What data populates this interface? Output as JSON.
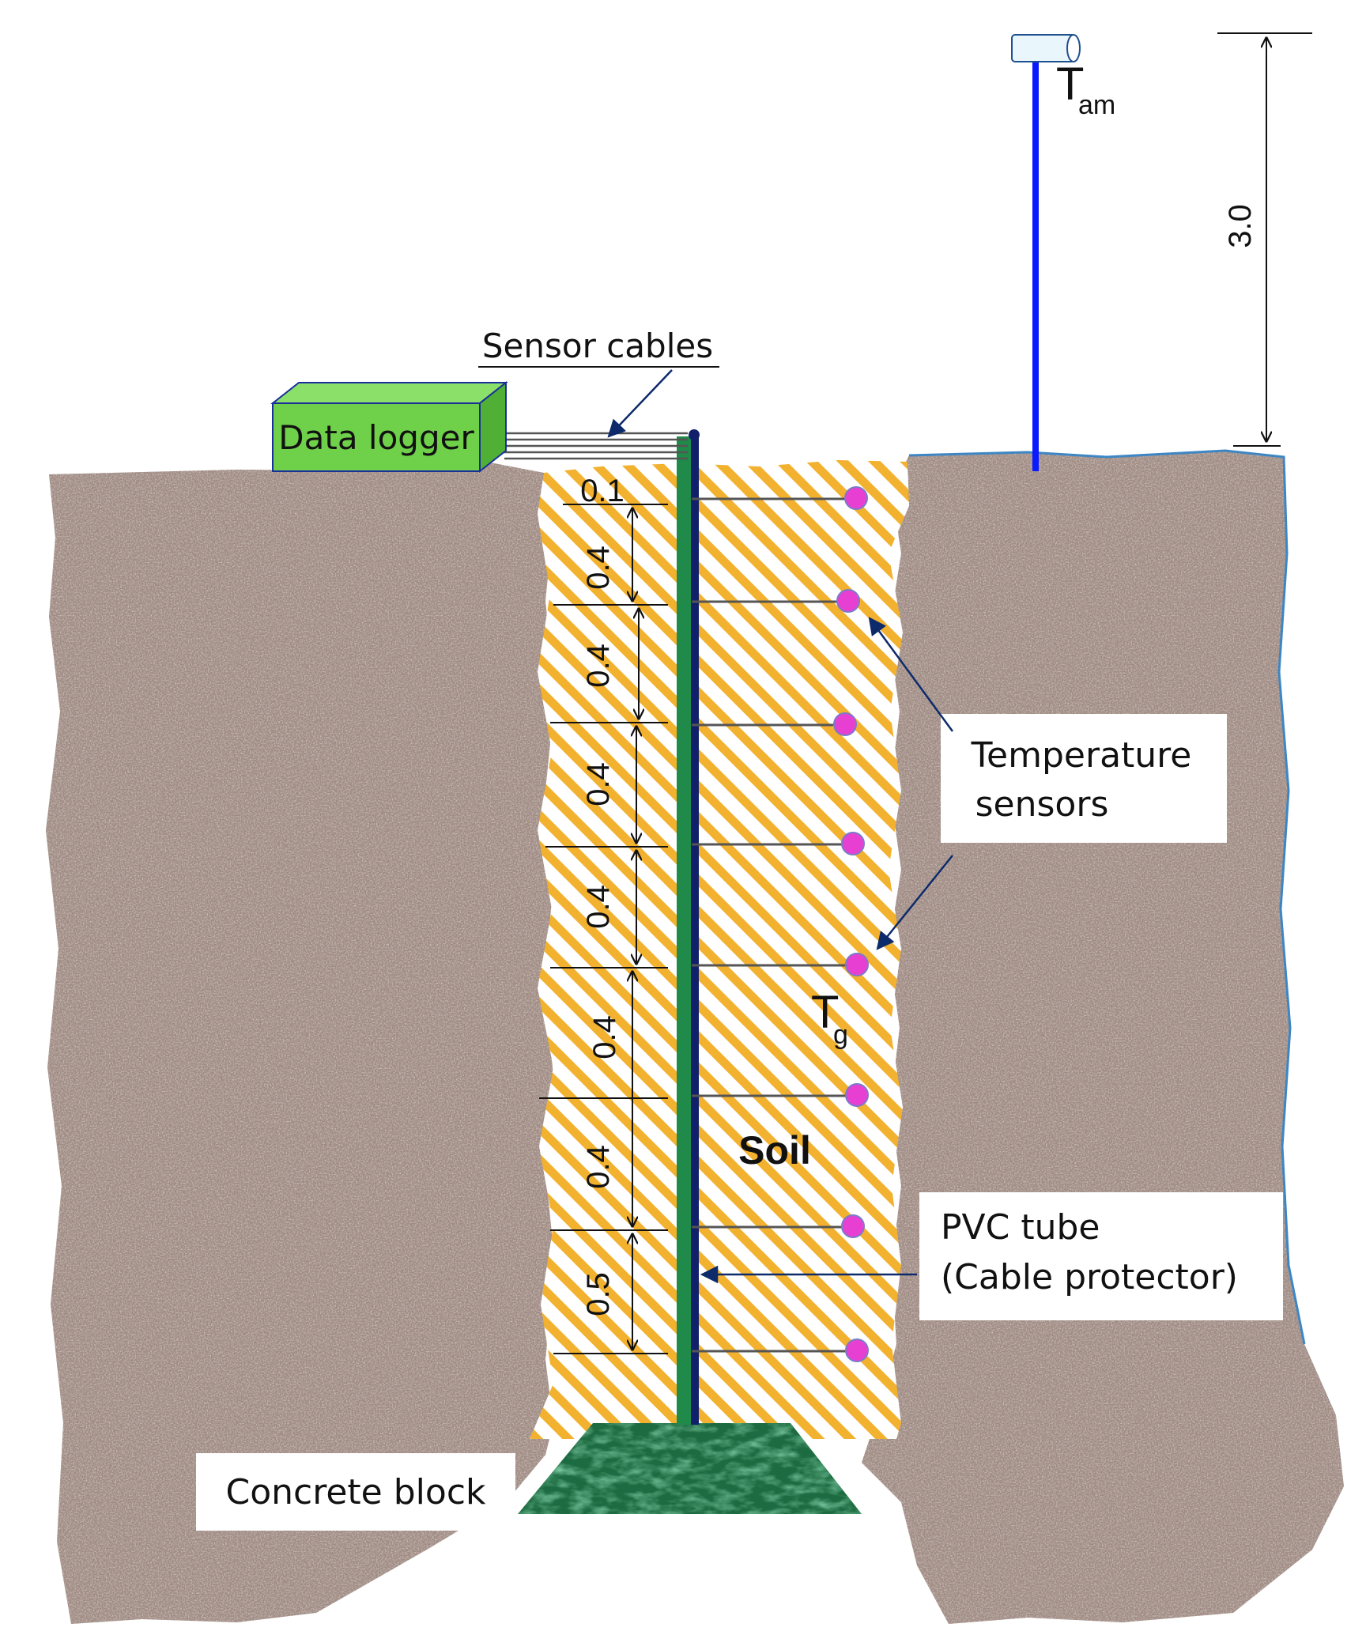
{
  "labels": {
    "data_logger": "Data logger",
    "sensor_cables": "Sensor cables",
    "temperature_sensors_line1": "Temperature",
    "temperature_sensors_line2": "sensors",
    "pvc_tube_line1": "PVC tube",
    "pvc_tube_line2": "(Cable protector)",
    "concrete_block": "Concrete block",
    "soil": "Soil",
    "ground_temp_symbol": "T",
    "ground_temp_subscript": "g",
    "ambient_temp_symbol": "T",
    "ambient_temp_subscript": "am"
  },
  "dimensions": {
    "mast_height": "3.0",
    "sensor_spacings": [
      "0.1",
      "0.4",
      "0.4",
      "0.4",
      "0.4",
      "0.4",
      "0.4",
      "0.5"
    ]
  },
  "colors": {
    "soil_texture": "#9e8a82",
    "fill_stripe": "#f2b230",
    "data_logger": "#6fd04a",
    "pvc_tube": "#1f8a4a",
    "pvc_tube_edge": "#10206a",
    "sensor": "#e83fd3",
    "mast": "#0a1aff",
    "concrete": "#1d6b40",
    "leader": "#0d2a6b"
  }
}
